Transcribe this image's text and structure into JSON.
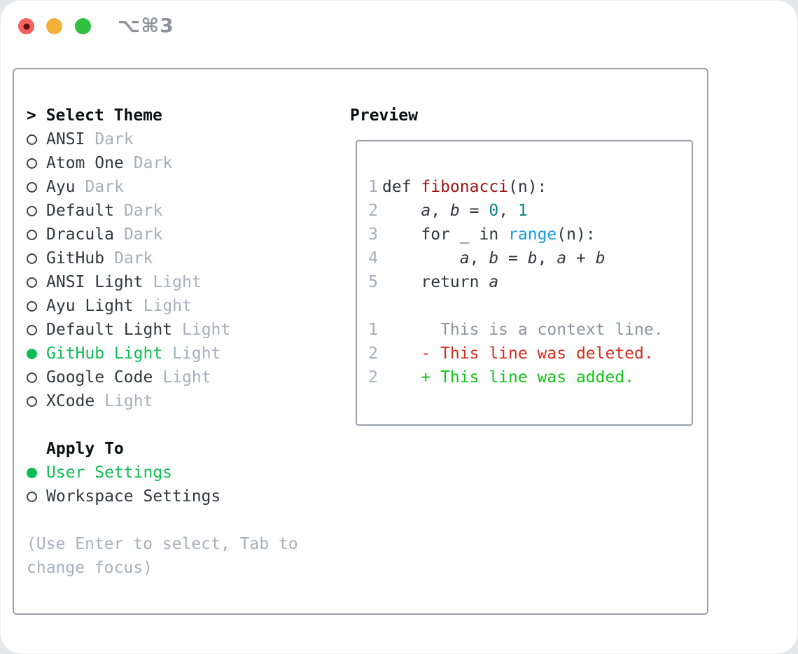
{
  "window": {
    "title": "⌥⌘3"
  },
  "picker": {
    "prompt": "> ",
    "title": "Select Theme",
    "themes": [
      {
        "name": "ANSI",
        "variant": "Dark",
        "selected": false
      },
      {
        "name": "Atom One",
        "variant": "Dark",
        "selected": false
      },
      {
        "name": "Ayu",
        "variant": "Dark",
        "selected": false
      },
      {
        "name": "Default",
        "variant": "Dark",
        "selected": false
      },
      {
        "name": "Dracula",
        "variant": "Dark",
        "selected": false
      },
      {
        "name": "GitHub",
        "variant": "Dark",
        "selected": false
      },
      {
        "name": "ANSI Light",
        "variant": "Light",
        "selected": false
      },
      {
        "name": "Ayu Light",
        "variant": "Light",
        "selected": false
      },
      {
        "name": "Default Light",
        "variant": "Light",
        "selected": false
      },
      {
        "name": "GitHub Light",
        "variant": "Light",
        "selected": true
      },
      {
        "name": "Google Code",
        "variant": "Light",
        "selected": false
      },
      {
        "name": "XCode",
        "variant": "Light",
        "selected": false
      }
    ],
    "apply_to": {
      "title": "Apply To",
      "options": [
        {
          "label": "User Settings",
          "selected": true
        },
        {
          "label": "Workspace Settings",
          "selected": false
        }
      ]
    },
    "hint": "(Use Enter to select, Tab to change focus)"
  },
  "preview": {
    "title": "Preview",
    "code_lines": [
      {
        "num": "1",
        "tokens": [
          {
            "t": "def ",
            "c": "k"
          },
          {
            "t": "fibonacci",
            "c": "fn"
          },
          {
            "t": "(n):",
            "c": "p"
          }
        ]
      },
      {
        "num": "2",
        "tokens": [
          {
            "t": "    ",
            "c": "p"
          },
          {
            "t": "a",
            "c": "v"
          },
          {
            "t": ", ",
            "c": "p"
          },
          {
            "t": "b",
            "c": "v"
          },
          {
            "t": " = ",
            "c": "p"
          },
          {
            "t": "0",
            "c": "num"
          },
          {
            "t": ", ",
            "c": "p"
          },
          {
            "t": "1",
            "c": "num"
          }
        ]
      },
      {
        "num": "3",
        "tokens": [
          {
            "t": "    ",
            "c": "p"
          },
          {
            "t": "for ",
            "c": "k"
          },
          {
            "t": "_ ",
            "c": "p"
          },
          {
            "t": "in ",
            "c": "k"
          },
          {
            "t": "range",
            "c": "bi"
          },
          {
            "t": "(n):",
            "c": "p"
          }
        ]
      },
      {
        "num": "4",
        "tokens": [
          {
            "t": "        ",
            "c": "p"
          },
          {
            "t": "a",
            "c": "v"
          },
          {
            "t": ", ",
            "c": "p"
          },
          {
            "t": "b",
            "c": "v"
          },
          {
            "t": " = ",
            "c": "p"
          },
          {
            "t": "b",
            "c": "v"
          },
          {
            "t": ", ",
            "c": "p"
          },
          {
            "t": "a",
            "c": "v"
          },
          {
            "t": " + ",
            "c": "p"
          },
          {
            "t": "b",
            "c": "v"
          }
        ]
      },
      {
        "num": "5",
        "tokens": [
          {
            "t": "    ",
            "c": "p"
          },
          {
            "t": "return ",
            "c": "k"
          },
          {
            "t": "a",
            "c": "v"
          }
        ]
      },
      {
        "num": "",
        "tokens": []
      },
      {
        "num": "1",
        "tokens": [
          {
            "t": "      This is a context line.",
            "c": "ctx"
          }
        ]
      },
      {
        "num": "2",
        "tokens": [
          {
            "t": "    - This line was deleted.",
            "c": "del"
          }
        ]
      },
      {
        "num": "2",
        "tokens": [
          {
            "t": "    + This line was added.",
            "c": "add"
          }
        ]
      }
    ]
  },
  "colors": {
    "selection-green": "#10bd55",
    "diff-add": "#12c318",
    "diff-del": "#d03120",
    "syntax-fn": "#9c1713",
    "syntax-num": "#0b8085",
    "syntax-builtin": "#149bd8",
    "text-dark": "#31373e",
    "text-heading": "#0c0f12",
    "text-muted": "#a7afb9",
    "gutter": "#a4aebc",
    "context": "#8d949c",
    "border": "#99a1ab",
    "traffic-red": "#f4615b",
    "traffic-red-dot": "#5f100d",
    "traffic-yellow": "#f3b13a",
    "traffic-green": "#31c13e",
    "title-gray": "#8c9298"
  }
}
